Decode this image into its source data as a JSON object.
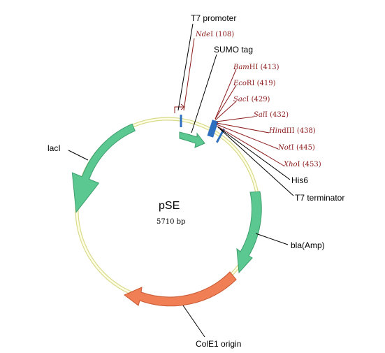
{
  "plasmid": {
    "name": "pSE",
    "size_label": "5710 bp"
  },
  "colors": {
    "backbone_fill": "#ffffe6",
    "backbone_stroke": "#d9d98c",
    "feature_green": "#5cc891",
    "feature_green_stroke": "#3c9e6c",
    "feature_orange": "#f07f56",
    "feature_orange_stroke": "#c85a33",
    "marker_blue": "#2f6fbf",
    "site_color": "#8b1a1a"
  },
  "features": {
    "t7_promoter": "T7 promoter",
    "sumo_tag": "SUMO tag",
    "laci": "lacI",
    "his6": "His6",
    "t7_terminator": "T7 terminator",
    "bla": "bla(Amp)",
    "cole1": "ColE1 origin"
  },
  "sites": [
    {
      "enzyme_it": "Nde",
      "enzyme_rest": "I",
      "position": "(108)"
    },
    {
      "enzyme_it": "Bam",
      "enzyme_rest": "HI",
      "position": "(413)"
    },
    {
      "enzyme_it": "Eco",
      "enzyme_rest": "RI",
      "position": "(419)"
    },
    {
      "enzyme_it": "Sac",
      "enzyme_rest": "I",
      "position": "(429)"
    },
    {
      "enzyme_it": "Sal",
      "enzyme_rest": "I",
      "position": "(432)"
    },
    {
      "enzyme_it": "Hin",
      "enzyme_rest": "dIII",
      "position": "(438)"
    },
    {
      "enzyme_it": "Not",
      "enzyme_rest": "I",
      "position": "(445)"
    },
    {
      "enzyme_it": "Xho",
      "enzyme_rest": "I",
      "position": "(453)"
    }
  ]
}
